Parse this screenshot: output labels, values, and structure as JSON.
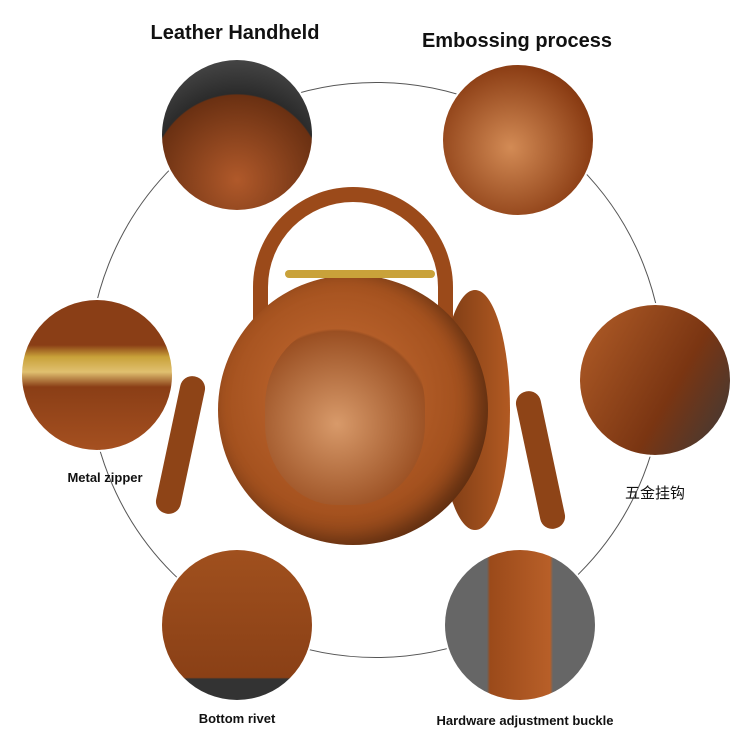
{
  "labels": {
    "handheld": "Leather Handheld",
    "embossing": "Embossing process",
    "zipper": "Metal zipper",
    "hook": "五金挂钩",
    "rivet": "Bottom rivet",
    "buckle": "Hardware adjustment buckle"
  },
  "colors": {
    "leather": "#a5521f",
    "hardware": "#c9a23a"
  }
}
